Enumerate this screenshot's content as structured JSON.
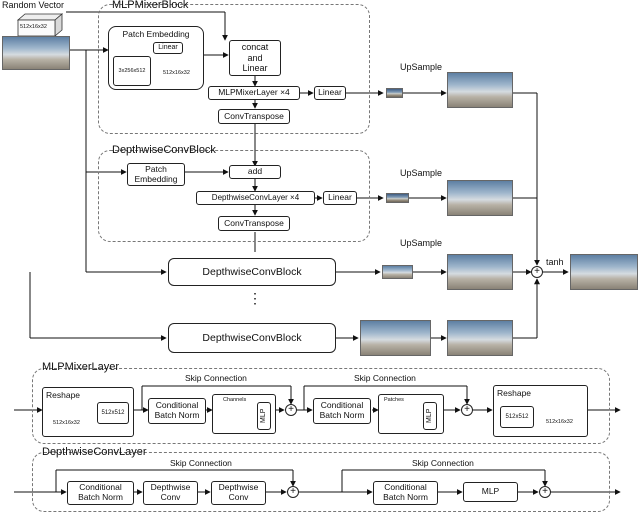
{
  "top": {
    "random_vector": "Random Vector",
    "random_vector_dims": "512x16x32",
    "mlp_block_title": "MLPMixerBlock",
    "patch_embedding": "Patch Embedding",
    "linear": "Linear",
    "patch_dims_a": "3x256x512",
    "patch_dims_b": "512x16x32",
    "concat": "concat\nand\nLinear",
    "mlp_mixer_layer": "MLPMixerLayer ×4",
    "linear2": "Linear",
    "conv_transpose": "ConvTranspose",
    "upsample1": "UpSample",
    "dw_block_title": "DepthwiseConvBlock",
    "patch_embedding2": "Patch\nEmbedding",
    "add": "add",
    "dw_layer": "DepthwiseConvLayer ×4",
    "linear3": "Linear",
    "conv_transpose2": "ConvTranspose",
    "upsample2": "UpSample",
    "upsample3": "UpSample",
    "dw_block_big1": "DepthwiseConvBlock",
    "dw_block_big2": "DepthwiseConvBlock",
    "ellipsis": "⋮",
    "plus": "+",
    "tanh": "tanh"
  },
  "mlp_layer": {
    "title": "MLPMixerLayer",
    "reshape": "Reshape",
    "dims_a": "512x16x32",
    "dims_b": "512x512",
    "skip1": "Skip Connection",
    "skip2": "Skip Connection",
    "cbn": "Conditional\nBatch Norm",
    "channels": "Channels",
    "patches": "Patches",
    "mlp": "MLP",
    "reshape2": "Reshape",
    "dims_c": "512x512",
    "dims_d": "512x16x32",
    "plus": "+"
  },
  "dw_layer": {
    "title": "DepthwiseConvLayer",
    "skip1": "Skip Connection",
    "skip2": "Skip Connection",
    "cbn": "Conditional\nBatch Norm",
    "dwconv": "Depthwise\nConv",
    "mlp": "MLP",
    "plus": "+"
  }
}
